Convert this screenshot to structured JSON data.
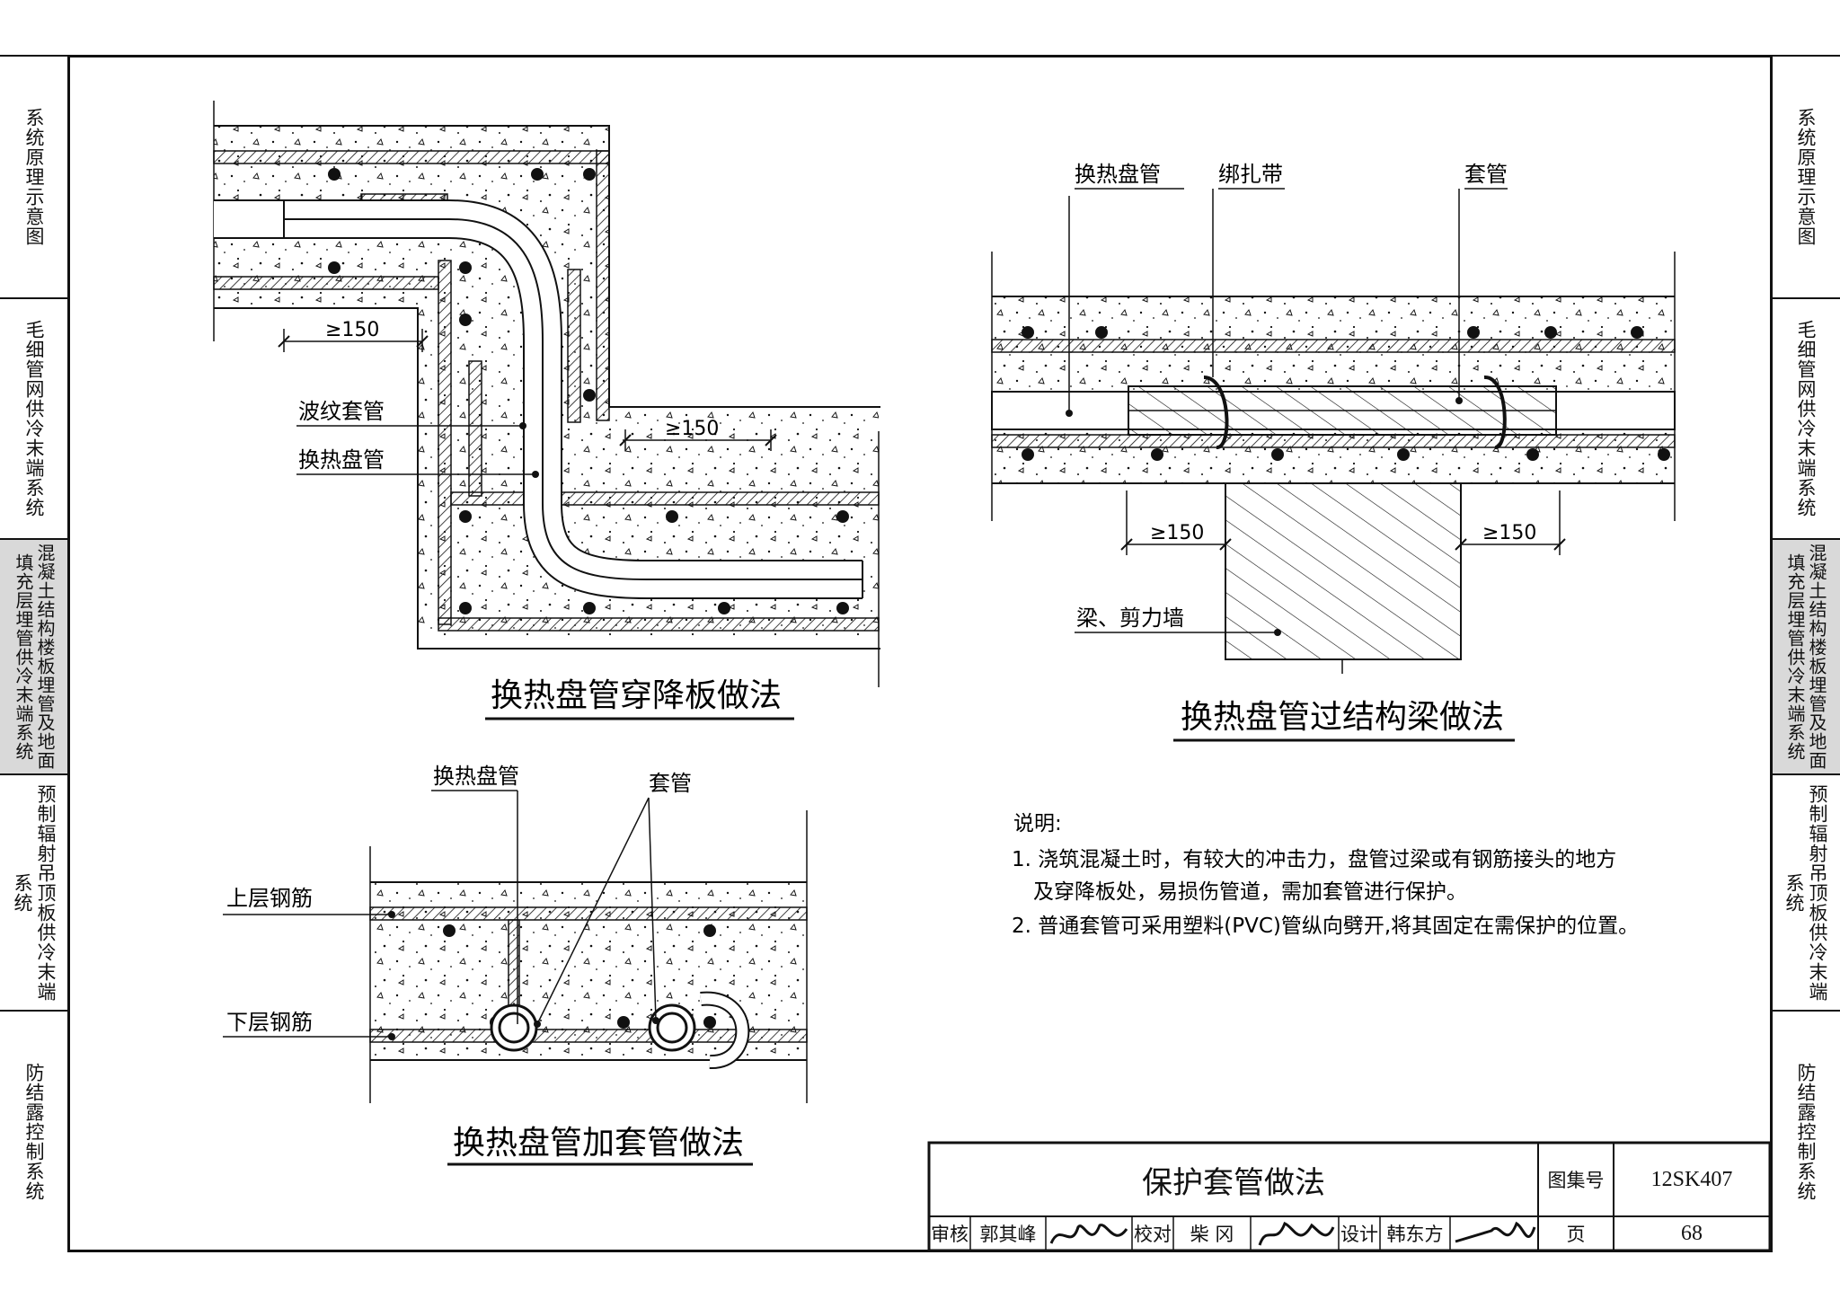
{
  "side_tabs": {
    "left": [
      {
        "label": "系统原理示意图",
        "active": false
      },
      {
        "label": "毛细管网供冷末端系统",
        "active": false
      },
      {
        "label": "混凝土结构楼板埋管及地面填充层埋管供冷末端系统",
        "active": true
      },
      {
        "label": "预制辐射吊顶板供冷末端系统",
        "active": false
      },
      {
        "label": "防结露控制系统",
        "active": false
      }
    ],
    "right": [
      {
        "label": "系统原理示意图",
        "active": false
      },
      {
        "label": "毛细管网供冷末端系统",
        "active": false
      },
      {
        "label": "混凝土结构楼板埋管及地面填充层埋管供冷末端系统",
        "active": true
      },
      {
        "label": "预制辐射吊顶板供冷末端系统",
        "active": false
      },
      {
        "label": "防结露控制系统",
        "active": false
      }
    ]
  },
  "diagrams": {
    "drop_slab": {
      "title": "换热盘管穿降板做法",
      "dim_left": "≥150",
      "dim_right": "≥150",
      "label_sleeve": "波纹套管",
      "label_coil": "换热盘管"
    },
    "beam": {
      "title": "换热盘管过结构梁做法",
      "label_coil": "换热盘管",
      "label_tie": "绑扎带",
      "label_sleeve": "套管",
      "label_beam": "梁、剪力墙",
      "dim_left": "≥150",
      "dim_right": "≥150"
    },
    "sleeve": {
      "title": "换热盘管加套管做法",
      "label_coil": "换热盘管",
      "label_sleeve": "套管",
      "label_upper": "上层钢筋",
      "label_lower": "下层钢筋"
    }
  },
  "notes": {
    "heading": "说明:",
    "line1": "1. 浇筑混凝土时，有较大的冲击力，盘管过梁或有钢筋接头的地方",
    "line1b": "及穿降板处，易损伤管道，需加套管进行保护。",
    "line2": "2. 普通套管可采用塑料(PVC)管纵向劈开,将其固定在需保护的位置。"
  },
  "title_block": {
    "drawing_title": "保护套管做法",
    "atlas_label": "图集号",
    "atlas_no": "12SK407",
    "page_label": "页",
    "page_no": "68",
    "review_label": "审核",
    "reviewer": "郭其峰",
    "check_label": "校对",
    "checker": "柴 冈",
    "design_label": "设计",
    "designer": "韩东方"
  }
}
